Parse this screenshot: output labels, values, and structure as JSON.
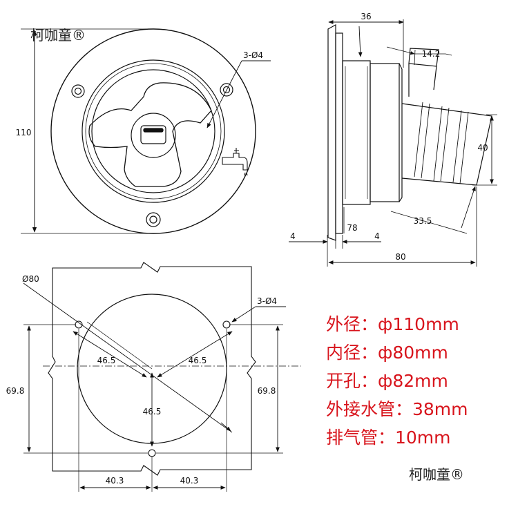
{
  "watermark": "柯咖童®",
  "front_view": {
    "height_label": "110",
    "hole_label": "3-Ø4"
  },
  "side_view": {
    "label_36": "36",
    "label_14_2": "14.2",
    "label_40": "40",
    "label_78": "78",
    "label_4_left": "4",
    "label_4_right": "4",
    "label_33_5": "33.5",
    "label_80": "80"
  },
  "cutout": {
    "diameter_label": "Ø80",
    "hole_label": "3-Ø4",
    "left_radius": "46.5",
    "right_radius": "46.5",
    "bottom_radius": "46.5",
    "left_height": "69.8",
    "right_height": "69.8",
    "bottom_left": "40.3",
    "bottom_right": "40.3"
  },
  "specs": [
    "外径：ф110mm",
    "内径：ф80mm",
    "开孔：ф82mm",
    "外接水管：38mm",
    "排气管：10mm"
  ],
  "colors": {
    "spec_text": "#d8141c",
    "line": "#111111"
  },
  "icons": {
    "faucet": "faucet-icon"
  }
}
